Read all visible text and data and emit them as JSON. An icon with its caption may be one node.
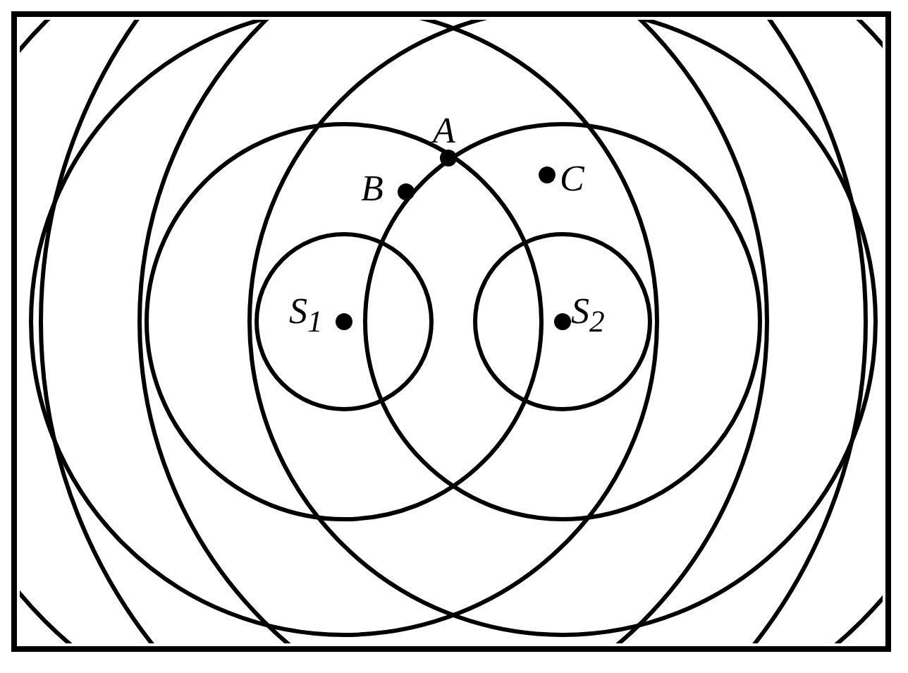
{
  "diagram": {
    "labels": [
      "A",
      "B",
      "C",
      "S$_{1}$",
      "S$_{2}$"
    ]
  }
}
